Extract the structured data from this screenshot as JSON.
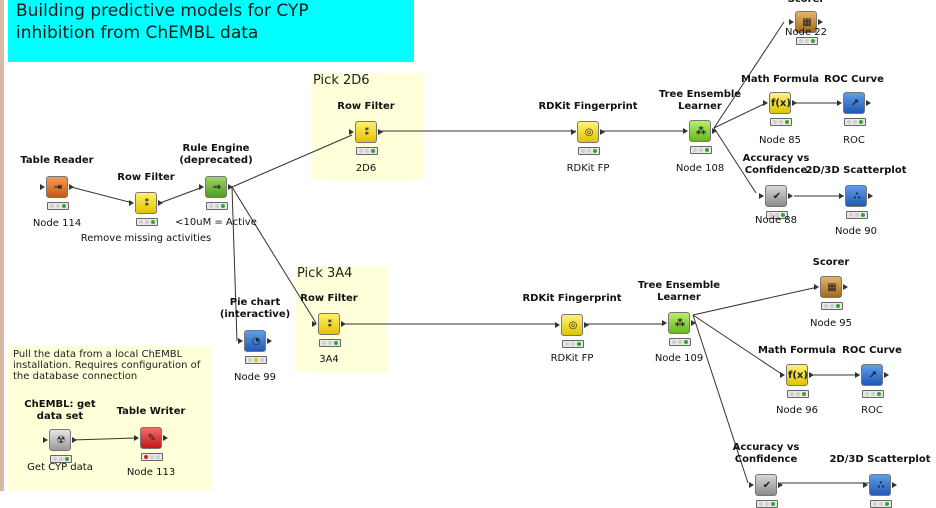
{
  "workflow": {
    "title": "Building predictive models for CYP\ninhibition from ChEMBL data"
  },
  "annotations": [
    {
      "id": "pick2d6",
      "label": "Pick 2D6"
    },
    {
      "id": "pick3a4",
      "label": "Pick 3A4"
    },
    {
      "id": "chembl",
      "text": "Pull the data from a local ChEMBL\ninstallation. Requires configuration of\nthe database connection"
    }
  ],
  "nodes": [
    {
      "id": "table-reader",
      "name": "Table Reader",
      "sub": "Node 114",
      "icon": "table-reader-icon"
    },
    {
      "id": "row-filter-1",
      "name": "Row Filter",
      "sub": "Remove missing activities",
      "icon": "row-filter-icon"
    },
    {
      "id": "rule-engine",
      "name": "Rule Engine\n(deprecated)",
      "sub": "<10uM = Active",
      "icon": "rule-engine-icon"
    },
    {
      "id": "pie-chart",
      "name": "Pie chart\n(interactive)",
      "sub": "Node 99",
      "icon": "pie-chart-icon"
    },
    {
      "id": "row-filter-2d6",
      "name": "Row Filter",
      "sub": "2D6",
      "icon": "row-filter-icon"
    },
    {
      "id": "rdkit-2d6",
      "name": "RDKit Fingerprint",
      "sub": "RDKit FP",
      "icon": "fingerprint-icon"
    },
    {
      "id": "tree-108",
      "name": "Tree Ensemble\nLearner",
      "sub": "Node 108",
      "icon": "tree-learner-icon"
    },
    {
      "id": "scorer-22",
      "name": "Scorer",
      "sub": "Node 22",
      "icon": "scorer-icon"
    },
    {
      "id": "math-85",
      "name": "Math Formula",
      "sub": "Node 85",
      "icon": "math-formula-icon"
    },
    {
      "id": "roc-1",
      "name": "ROC Curve",
      "sub": "ROC",
      "icon": "roc-curve-icon"
    },
    {
      "id": "acc-88",
      "name": "Accuracy vs\nConfidence",
      "sub": "Node 88",
      "icon": "accuracy-icon"
    },
    {
      "id": "scatter-90",
      "name": "2D/3D Scatterplot",
      "sub": "Node 90",
      "icon": "scatterplot-icon"
    },
    {
      "id": "row-filter-3a4",
      "name": "Row Filter",
      "sub": "3A4",
      "icon": "row-filter-icon"
    },
    {
      "id": "rdkit-3a4",
      "name": "RDKit Fingerprint",
      "sub": "RDKit FP",
      "icon": "fingerprint-icon"
    },
    {
      "id": "tree-109",
      "name": "Tree Ensemble\nLearner",
      "sub": "Node 109",
      "icon": "tree-learner-icon"
    },
    {
      "id": "scorer-95",
      "name": "Scorer",
      "sub": "Node 95",
      "icon": "scorer-icon"
    },
    {
      "id": "math-96",
      "name": "Math Formula",
      "sub": "Node 96",
      "icon": "math-formula-icon"
    },
    {
      "id": "roc-2",
      "name": "ROC Curve",
      "sub": "ROC",
      "icon": "roc-curve-icon"
    },
    {
      "id": "acc-bottom",
      "name": "Accuracy vs\nConfidence",
      "sub": "",
      "icon": "accuracy-icon"
    },
    {
      "id": "scatter-bottom",
      "name": "2D/3D Scatterplot",
      "sub": "",
      "icon": "scatterplot-icon"
    },
    {
      "id": "chembl-get",
      "name": "ChEMBL: get\ndata set",
      "sub": "Get CYP data",
      "icon": "chembl-icon"
    },
    {
      "id": "table-writer",
      "name": "Table Writer",
      "sub": "Node 113",
      "icon": "table-writer-icon"
    }
  ],
  "icon_glyphs": {
    "table-reader-icon": "⇥",
    "row-filter-icon": "⁑",
    "rule-engine-icon": "⇒",
    "pie-chart-icon": "◔",
    "fingerprint-icon": "◎",
    "tree-learner-icon": "⁂",
    "scorer-icon": "▦",
    "math-formula-icon": "f(x)",
    "roc-curve-icon": "↗",
    "accuracy-icon": "✔",
    "scatterplot-icon": "∴",
    "chembl-icon": "☢",
    "table-writer-icon": "✎"
  },
  "status_colors": {
    "idle": "#cfcfcf",
    "green": "#2fa82f",
    "yellow": "#e8c300",
    "red": "#d62020"
  }
}
